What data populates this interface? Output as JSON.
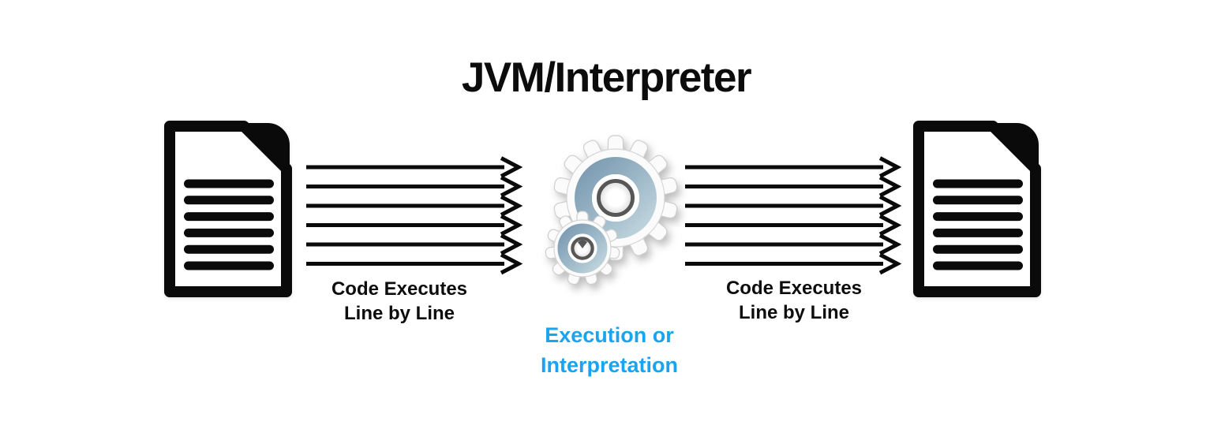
{
  "title": "JVM/Interpreter",
  "colors": {
    "accent_blue": "#1aa3ef",
    "ink": "#0a0a0a",
    "gear_ring_blue": "#8fb0c4"
  },
  "left_document": {
    "icon": "document-icon",
    "text_line_count": 6
  },
  "right_document": {
    "icon": "document-icon",
    "text_line_count": 6
  },
  "left_flow": {
    "arrow_count": 6,
    "direction": "right",
    "label_line1": "Code Executes",
    "label_line2": "Line by Line"
  },
  "right_flow": {
    "arrow_count": 6,
    "direction": "right",
    "label_line1": "Code Executes",
    "label_line2": "Line by Line"
  },
  "processor": {
    "icon": "gears-icon",
    "label_line1": "Execution or",
    "label_line2": "Interpretation"
  }
}
